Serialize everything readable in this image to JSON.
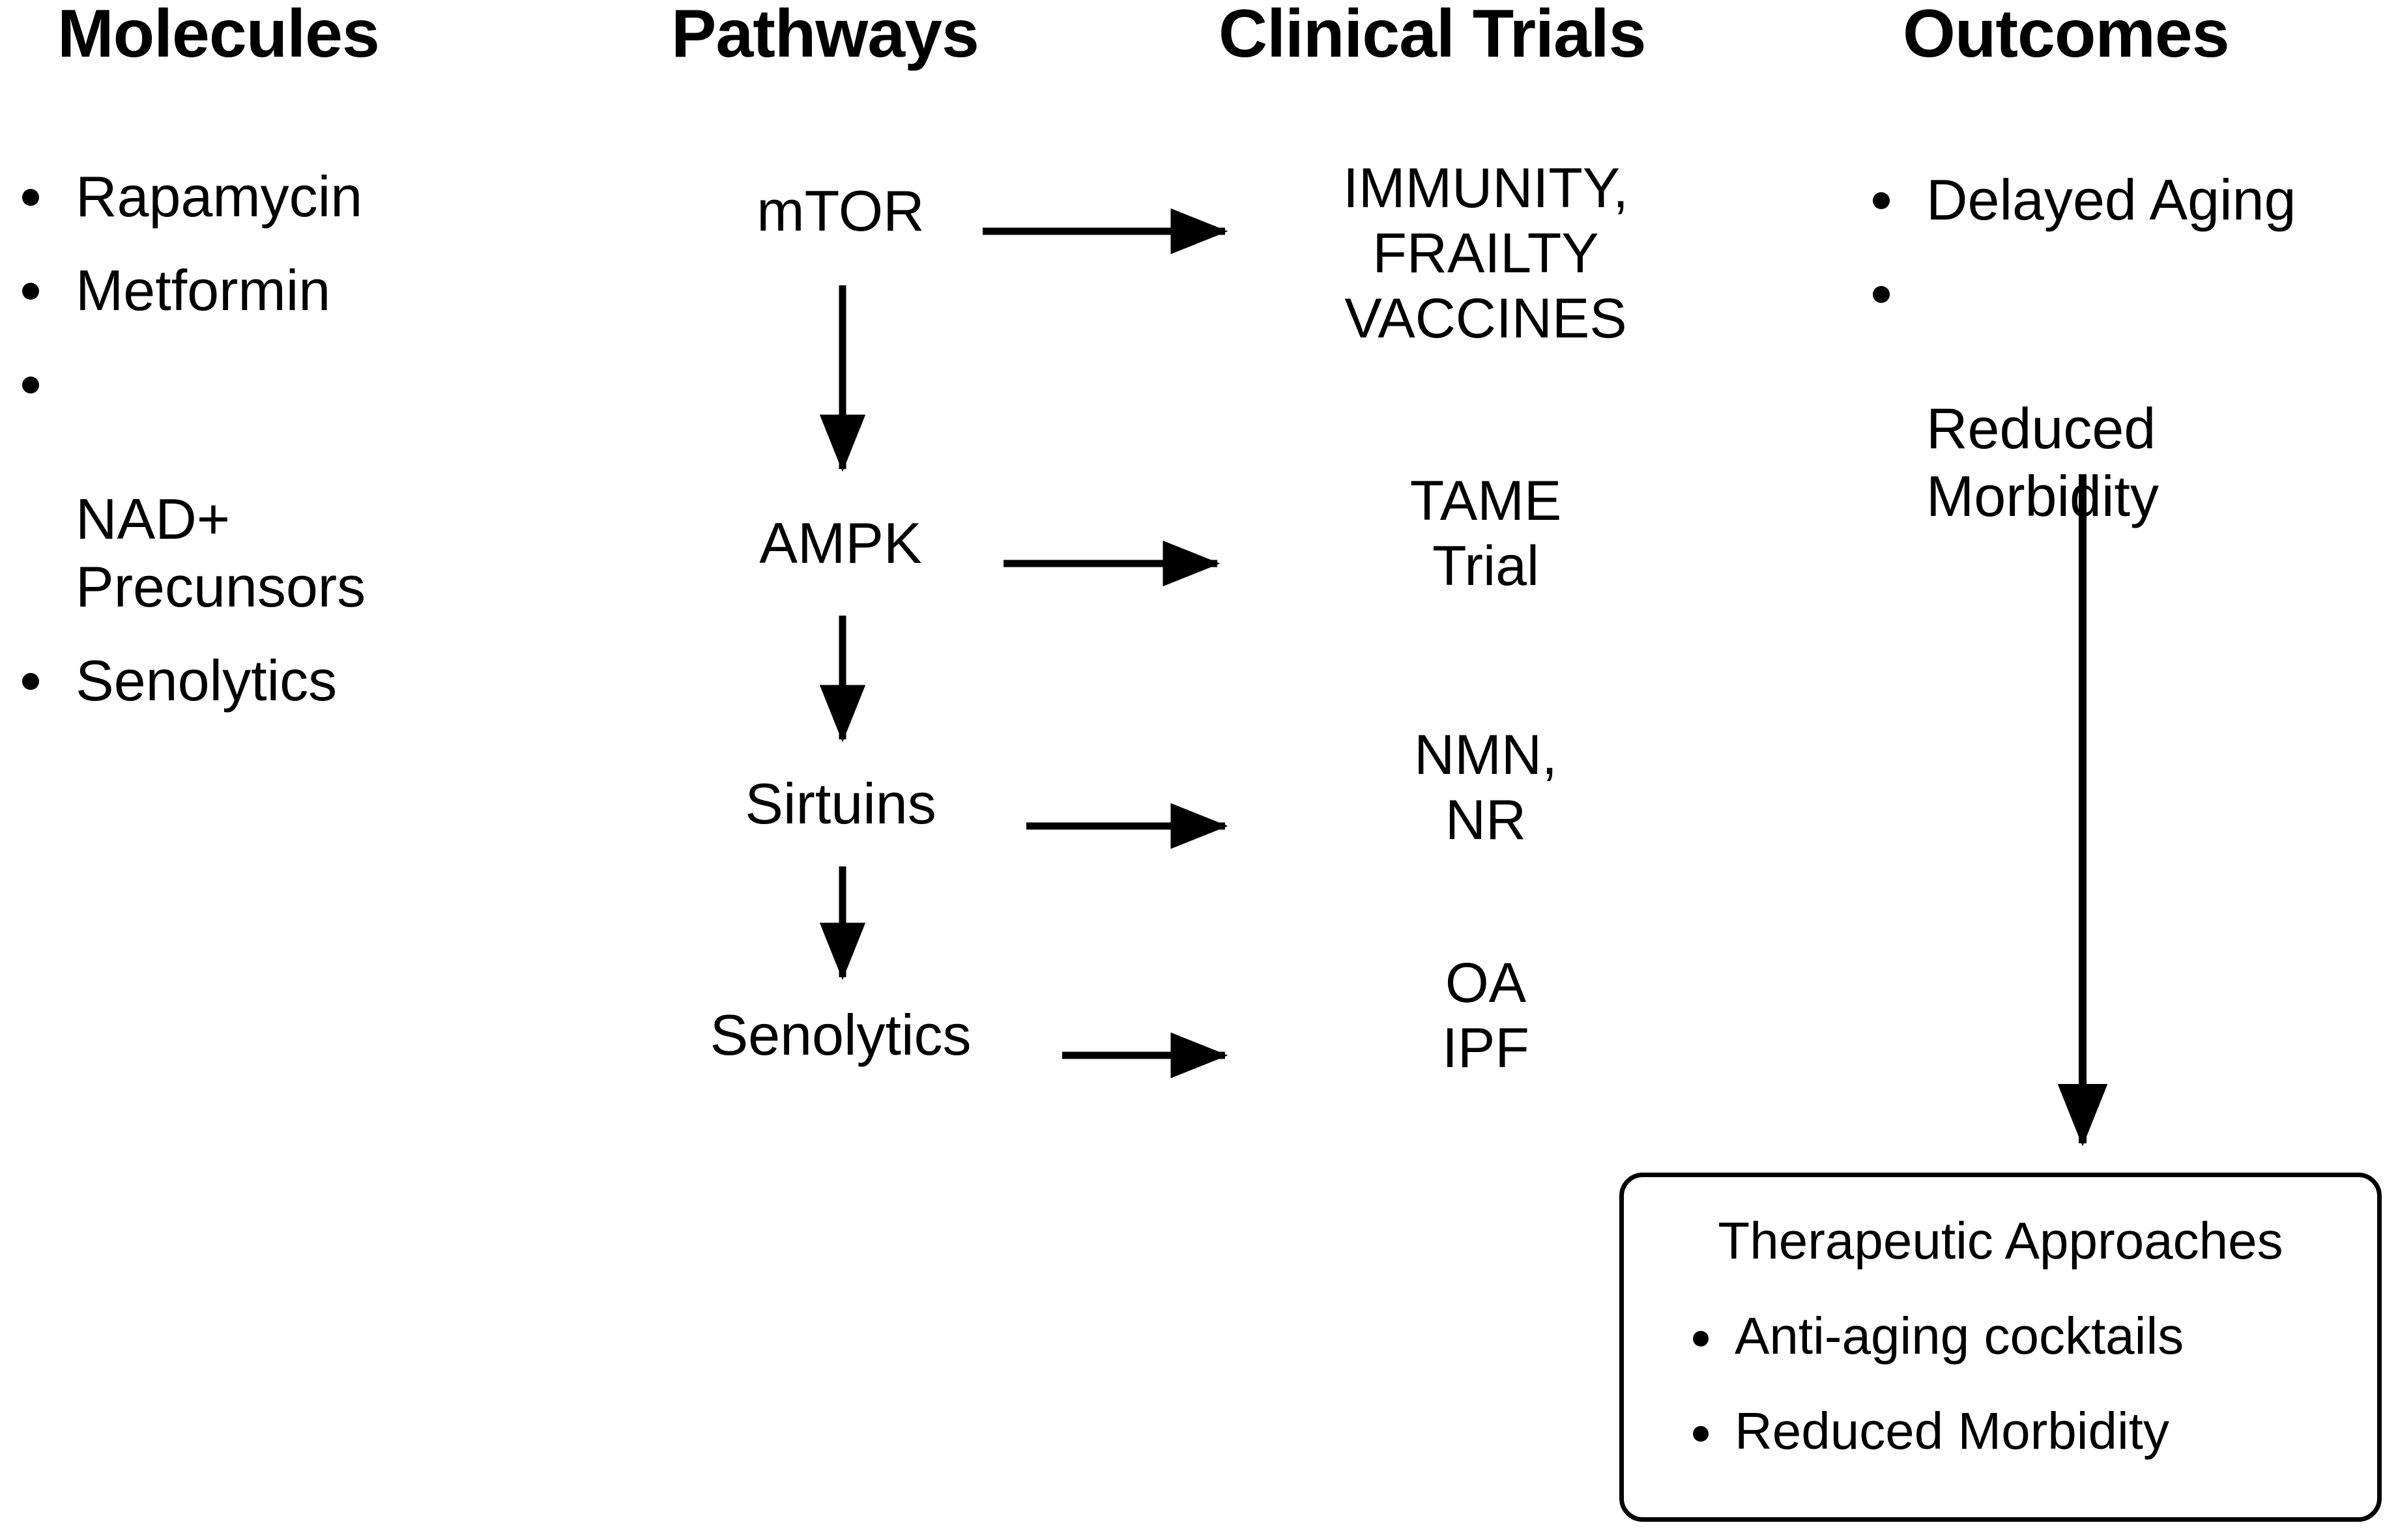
{
  "figure": {
    "title": "Geroscience translational pipeline: molecules, pathways, clinical trials and outcomes",
    "background_color": "#ffffff",
    "line_color": "#000000",
    "text_color": "#000000"
  },
  "columns": {
    "molecules": {
      "header": "Molecules"
    },
    "pathways": {
      "header": "Pathways"
    },
    "clinical_trials": {
      "header": "Clinical Trials"
    },
    "outcomes": {
      "header": "Outcomes"
    }
  },
  "molecules_list": [
    {
      "label": "Rapamycin"
    },
    {
      "label": "Metformin"
    },
    {
      "label": "NAD+\nPrecunsors"
    },
    {
      "label": "Senolytics"
    }
  ],
  "pathway_nodes": [
    {
      "id": "mtor",
      "label": "mTOR"
    },
    {
      "id": "ampk",
      "label": "AMPK"
    },
    {
      "id": "sirtuins",
      "label": "Sirtuins"
    },
    {
      "id": "senolytics",
      "label": "Senolytics"
    }
  ],
  "trial_blocks": [
    {
      "id": "immunity",
      "label": "IMMUNITY,\nFRAILTY\nVACCINES",
      "from": "mTOR"
    },
    {
      "id": "tame",
      "label": "TAME\nTrial",
      "from": "AMPK"
    },
    {
      "id": "nmn",
      "label": "NMN,\nNR",
      "from": "Sirtuins"
    },
    {
      "id": "oa",
      "label": "OA\nIPF",
      "from": "Senolytics"
    }
  ],
  "outcomes_list": [
    {
      "label": "Delayed Aging"
    },
    {
      "label": "Reduced\nMorbidity"
    }
  ],
  "therapeutic_box": {
    "title": "Therapeutic Approaches",
    "items": [
      {
        "label": "Anti-aging cocktails"
      },
      {
        "label": "Reduced Morbidity"
      }
    ]
  },
  "connectors": {
    "vertical_pathway_arrows": [
      {
        "from": "mTOR",
        "to": "AMPK"
      },
      {
        "from": "AMPK",
        "to": "Sirtuins"
      },
      {
        "from": "Sirtuins",
        "to": "Senolytics"
      }
    ],
    "horizontal_trial_arrows": [
      {
        "from": "mTOR",
        "to": "IMMUNITY, FRAILTY VACCINES"
      },
      {
        "from": "AMPK",
        "to": "TAME Trial"
      },
      {
        "from": "Sirtuins",
        "to": "NMN, NR"
      },
      {
        "from": "Senolytics",
        "to": "OA IPF"
      }
    ],
    "outcome_to_box_arrow": {
      "from": "Outcomes",
      "to": "Therapeutic Approaches"
    }
  }
}
